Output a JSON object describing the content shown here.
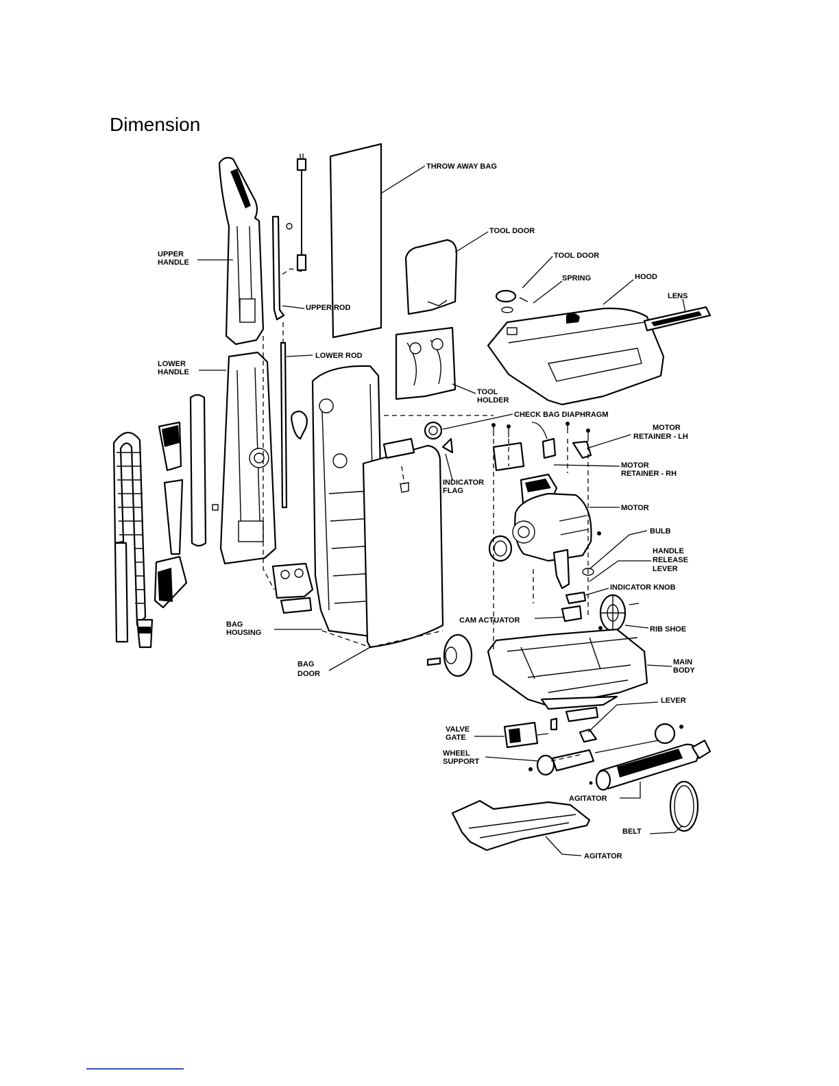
{
  "page": {
    "title": "Dimension"
  },
  "colors": {
    "ink": "#000000",
    "paper": "#ffffff",
    "footer_rule": "#2a4fd6"
  },
  "labels": {
    "throw_away_bag": "THROW AWAY BAG",
    "tool_door_1": "TOOL DOOR",
    "tool_door_2": "TOOL DOOR",
    "spring": "SPRING",
    "hood": "HOOD",
    "lens": "LENS",
    "upper_handle": [
      "UPPER",
      "HANDLE"
    ],
    "upper_rod": "UPPER ROD",
    "lower_rod": "LOWER ROD",
    "lower_handle": [
      "LOWER",
      "HANDLE"
    ],
    "tool_holder": [
      "TOOL",
      "HOLDER"
    ],
    "check_bag_diaphragm": "CHECK BAG DIAPHRAGM",
    "motor_retainer_lh": [
      "MOTOR",
      "RETAINER - LH"
    ],
    "motor_retainer_rh": [
      "MOTOR",
      "RETAINER - RH"
    ],
    "indicator_flag": [
      "INDICATOR",
      "FLAG"
    ],
    "motor": "MOTOR",
    "bulb": "BULB",
    "handle_release_lever": [
      "HANDLE",
      "RELEASE",
      "LEVER"
    ],
    "indicator_knob": "INDICATOR KNOB",
    "cam_actuator": "CAM ACTUATOR",
    "rib_shoe": "RIB SHOE",
    "bag_housing": [
      "BAG",
      "HOUSING"
    ],
    "main_body": [
      "MAIN",
      "BODY"
    ],
    "bag_door": [
      "BAG",
      "DOOR"
    ],
    "lever": "LEVER",
    "valve_gate": [
      "VALVE",
      "GATE"
    ],
    "wheel_support": [
      "WHEEL",
      "SUPPORT"
    ],
    "agitator_1": "AGITATOR",
    "belt": "BELT",
    "agitator_2": "AGITATOR"
  }
}
